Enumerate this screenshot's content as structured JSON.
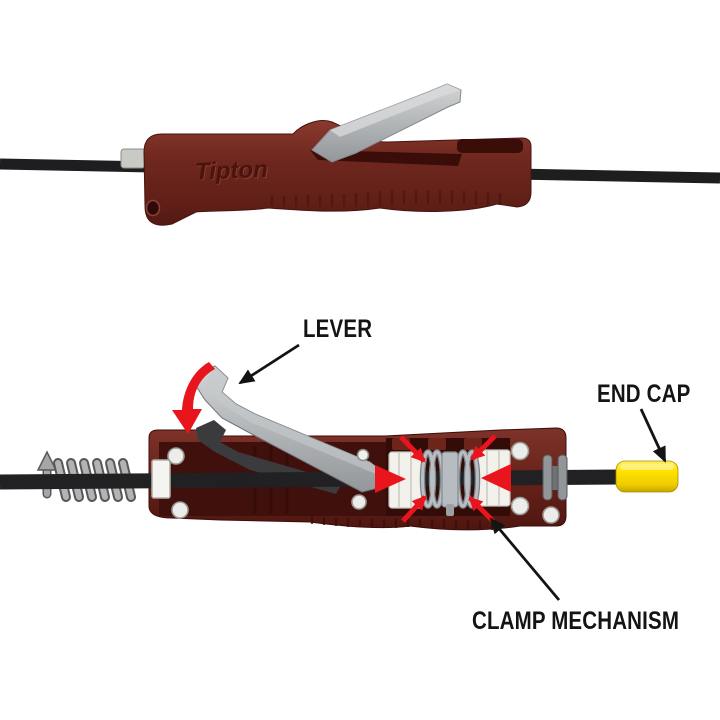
{
  "figure": {
    "brand_embossed": "Tipton",
    "labels": {
      "lever": "LEVER",
      "end_cap": "END CAP",
      "clamp_mechanism": "CLAMP MECHANISM"
    },
    "colors": {
      "body_maroon": "#6e2820",
      "body_interior_dark": "#40100c",
      "lever_gray": "#9aa0a3",
      "rod_black": "#1e1e20",
      "end_cap_yellow": "#ffe400",
      "force_arrow_red": "#e8151d",
      "label_black": "#141414",
      "clamp_bushing_white": "#f2f1ec",
      "spring_gray": "#a8adb1"
    }
  }
}
